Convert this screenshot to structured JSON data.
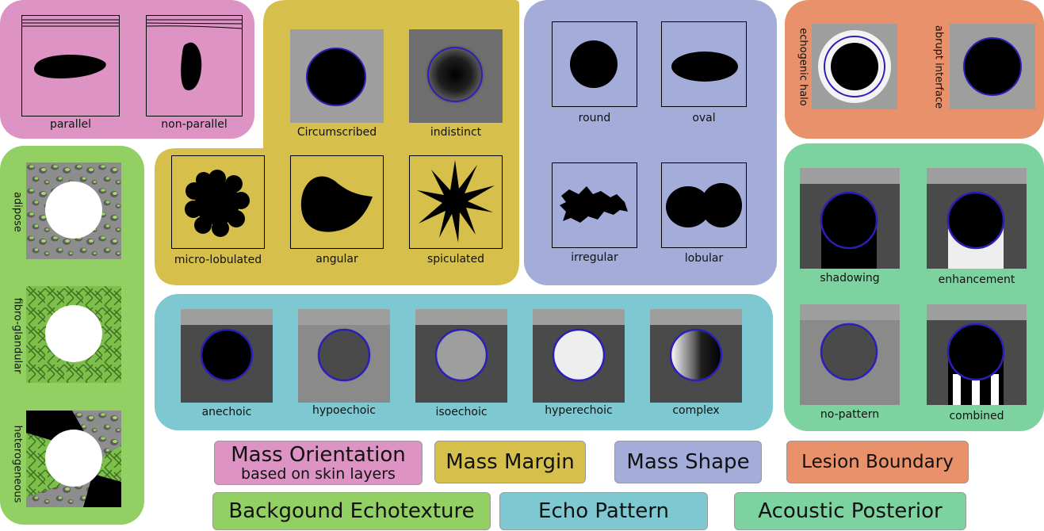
{
  "colors": {
    "orientation": "#dd93c3",
    "margin": "#d6c04b",
    "shape": "#a4acda",
    "boundary": "#e8916a",
    "echotexture": "#92d064",
    "echo_pattern": "#7ec8d2",
    "posterior": "#7dd3a0",
    "ring": "#2b1fb8"
  },
  "orientation": {
    "items": [
      "parallel",
      "non-parallel"
    ]
  },
  "margin": {
    "items": [
      "Circumscribed",
      "indistinct",
      "micro-lobulated",
      "angular",
      "spiculated"
    ]
  },
  "shape": {
    "items": [
      "round",
      "oval",
      "irregular",
      "lobular"
    ]
  },
  "boundary": {
    "items": [
      "echogenic halo",
      "abrupt interface"
    ]
  },
  "echotexture": {
    "items": [
      "adipose",
      "fibro-glandular",
      "heterogeneous"
    ]
  },
  "echo_pattern": {
    "items": [
      "anechoic",
      "hypoechoic",
      "isoechoic",
      "hyperechoic",
      "complex"
    ]
  },
  "posterior": {
    "items": [
      "shadowing",
      "enhancement",
      "no-pattern",
      "combined"
    ]
  },
  "legend": {
    "orientation_title": "Mass Orientation",
    "orientation_sub": "based on skin layers",
    "margin": "Mass Margin",
    "shape": "Mass Shape",
    "boundary": "Lesion Boundary",
    "echotexture": "Backgound Echotexture",
    "echo_pattern": "Echo Pattern",
    "posterior": "Acoustic Posterior"
  }
}
